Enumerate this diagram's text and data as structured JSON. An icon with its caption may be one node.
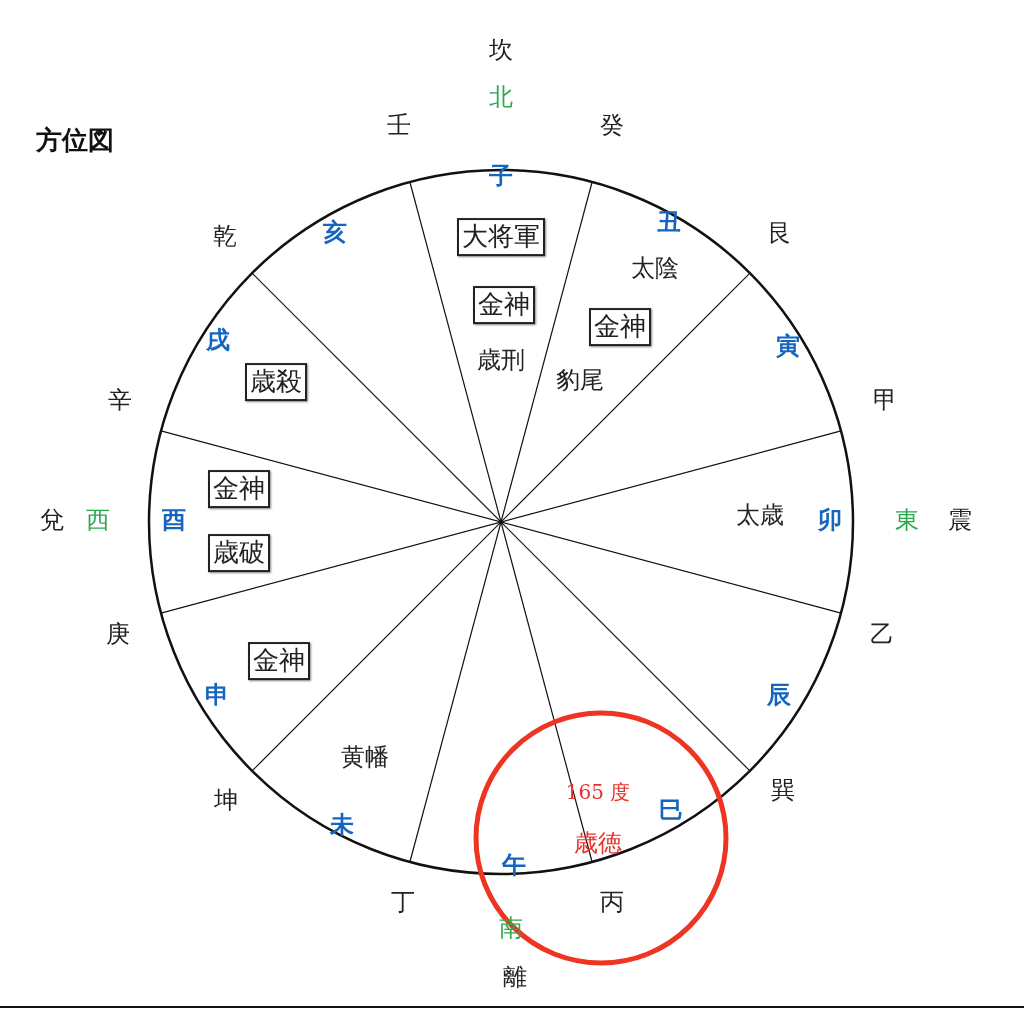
{
  "diagram": {
    "title": "方位図",
    "nodes": [
      {
        "text": [
          "大将軍"
        ]
      },
      {
        "text": [
          "金神"
        ]
      },
      {
        "text": [
          "金神"
        ]
      },
      {
        "text": [
          "歳殺"
        ]
      },
      {
        "text": [
          "金神"
        ]
      },
      {
        "text": [
          "歳破"
        ]
      },
      {
        "text": [
          "金神"
        ]
      },
      {
        "text": [],
        "shape": "circle"
      }
    ],
    "edges": [],
    "labels": [
      "坎",
      "北",
      "壬",
      "癸",
      "子",
      "亥",
      "丑",
      "乾",
      "艮",
      "太陰",
      "戌",
      "寅",
      "歳刑",
      "豹尾",
      "辛",
      "甲",
      "兌",
      "西",
      "酉",
      "太歳",
      "卯",
      "東",
      "震",
      "庚",
      "乙",
      "申",
      "辰",
      "黄幡",
      "坤",
      "165 度",
      "巽",
      "巳",
      "未",
      "歳徳",
      "午",
      "丁",
      "丙",
      "南",
      "離"
    ]
  }
}
